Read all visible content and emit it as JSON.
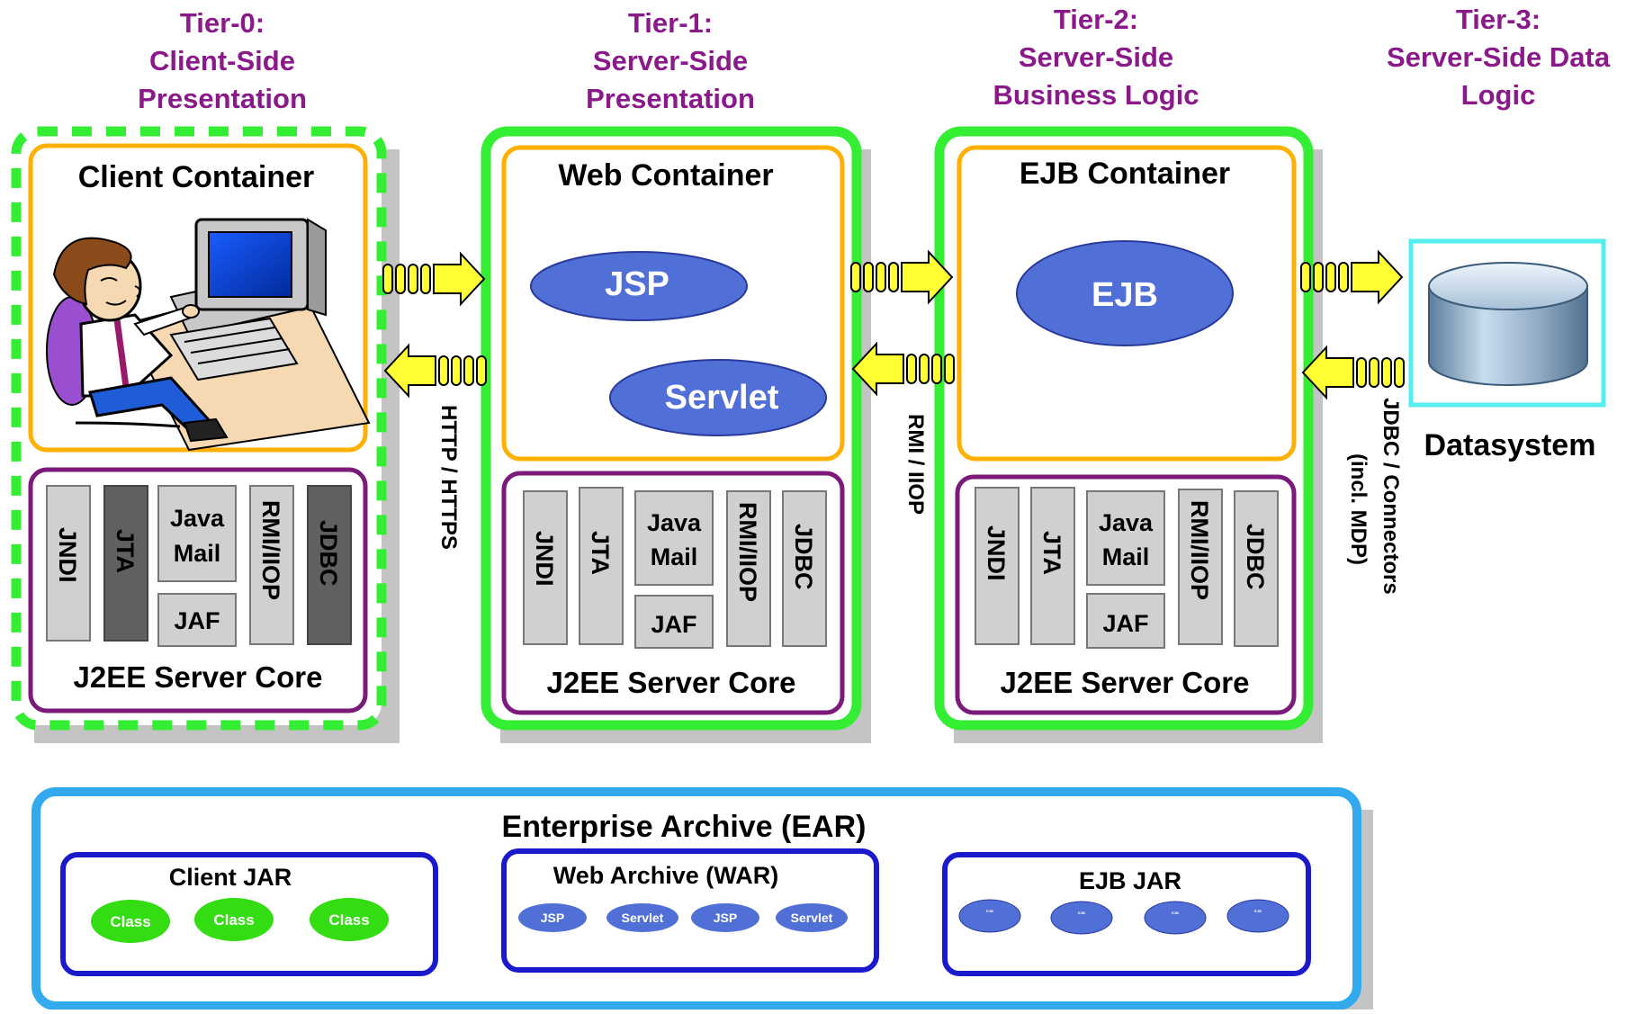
{
  "tiers": [
    {
      "lines": [
        "Tier-0:",
        "Client-Side",
        "Presentation"
      ]
    },
    {
      "lines": [
        "Tier-1:",
        "Server-Side",
        "Presentation"
      ]
    },
    {
      "lines": [
        "Tier-2:",
        "Server-Side",
        "Business Logic"
      ]
    },
    {
      "lines": [
        "Tier-3:",
        "Server-Side Data",
        "Logic"
      ]
    }
  ],
  "containers": {
    "client": "Client Container",
    "web": "Web Container",
    "ejb": "EJB Container"
  },
  "components": {
    "jsp": "JSP",
    "servlet": "Servlet",
    "ejb": "EJB"
  },
  "server_core": "J2EE Server Core",
  "apis": {
    "jndi": "JNDI",
    "jta": "JTA",
    "java_mail_1": "Java",
    "java_mail_2": "Mail",
    "jaf": "JAF",
    "rmi_iiop": "RMI/IIOP",
    "jdbc": "JDBC"
  },
  "protocols": {
    "http": "HTTP / HTTPS",
    "rmi": "RMI / IIOP",
    "jdbc_1": "JDBC / Connectors",
    "jdbc_2": "(incl. MDP)"
  },
  "datasystem": "Datasystem",
  "ear": {
    "title": "Enterprise Archive (EAR)",
    "client_jar": "Client JAR",
    "war": "Web Archive (WAR)",
    "ejb_jar": "EJB JAR",
    "class_label": "Class",
    "jsp_label": "JSP",
    "servlet_label": "Servlet",
    "ejb_label": "EJB"
  },
  "colors": {
    "tier_text": "#8a1a8a",
    "container_border": "#ffb000",
    "core_border": "#7a1a7a",
    "server_border": "#33ee33",
    "component_fill": "#5070d8",
    "arrow_fill": "#ffff33",
    "ear_border": "#33aaee",
    "archive_border": "#1a1acc",
    "class_fill": "#33dd11",
    "datasystem_border": "#55eeee"
  }
}
